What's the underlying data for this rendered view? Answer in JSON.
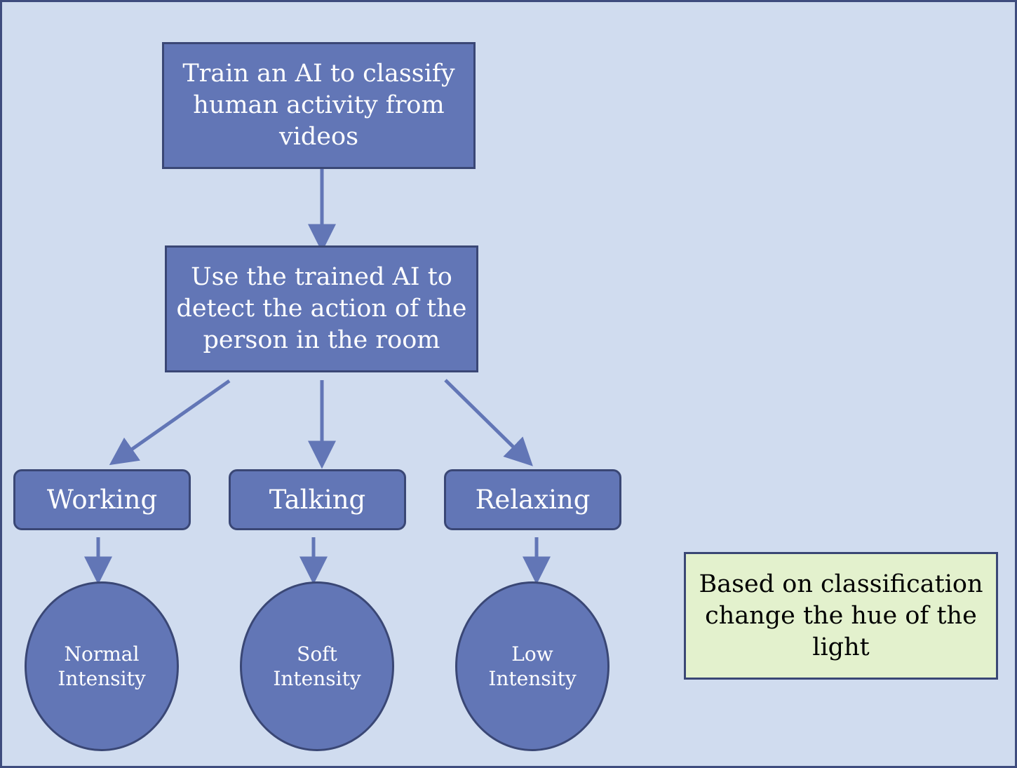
{
  "colors": {
    "background": "#D0DCEF",
    "node_fill": "#6276B6",
    "node_border": "#3A4775",
    "arrow": "#6276B6",
    "note_fill": "#E3F1CD",
    "frame_border": "#3E4C7E"
  },
  "diagram": {
    "train_box": "Train an AI to classify\nhuman activity from\nvideos",
    "detect_box": "Use the trained AI to\ndetect the action of the\nperson in the room",
    "activities": [
      {
        "label": "Working"
      },
      {
        "label": "Talking"
      },
      {
        "label": "Relaxing"
      }
    ],
    "intensities": [
      {
        "label": "Normal\nIntensity"
      },
      {
        "label": "Soft\nIntensity"
      },
      {
        "label": "Low\nIntensity"
      }
    ],
    "note": "Based on classification\nchange the hue of the\nlight"
  }
}
